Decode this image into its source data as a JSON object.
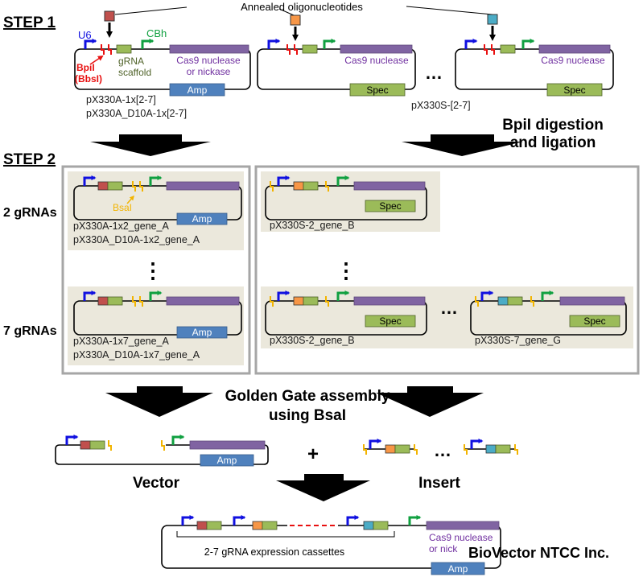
{
  "step1": {
    "title": "STEP 1",
    "annealed_label": "Annealed oligonucleotides",
    "u6_label": "U6",
    "cbh_label": "CBh",
    "bpii_label": "BpiI",
    "bbsi_label": "(BbsI)",
    "grna_label": "gRNA",
    "scaffold_label": "scaffold",
    "cas9_a_line1": "Cas9 nuclease",
    "cas9_a_line2": "or nickase",
    "cas9_b": "Cas9 nuclease",
    "cas9_c": "Cas9 nuclease",
    "amp": "Amp",
    "spec_b": "Spec",
    "spec_c": "Spec",
    "ellipsis": "…",
    "plasmid_a_line1": "pX330A-1x[2-7]",
    "plasmid_a_line2": "pX330A_D10A-1x[2-7]",
    "plasmid_s": "pX330S-[2-7]"
  },
  "digestion": {
    "line1": "BpiI digestion",
    "line2": "and ligation"
  },
  "step2": {
    "title": "STEP 2",
    "row_2": "2 gRNAs",
    "row_7": "7 gRNAs",
    "bsai_label": "BsaI",
    "amp_top": "Amp",
    "amp_bottom": "Amp",
    "spec_top": "Spec",
    "spec_bottom_b": "Spec",
    "spec_bottom_g": "Spec",
    "vdots": "⋮",
    "ellipsis": "…",
    "top_a_line1": "pX330A-1x2_gene_A",
    "top_a_line2": "pX330A_D10A-1x2_gene_A",
    "top_b": "pX330S-2_gene_B",
    "bottom_a_line1": "pX330A-1x7_gene_A",
    "bottom_a_line2": "pX330A_D10A-1x7_gene_A",
    "bottom_b": "pX330S-2_gene_B",
    "bottom_g": "pX330S-7_gene_G"
  },
  "golden_gate": {
    "line1": "Golden Gate assembly",
    "line2": "using BsaI"
  },
  "step3": {
    "amp": "Amp",
    "plus": "+",
    "ellipsis": "…",
    "vector_label": "Vector",
    "insert_label": "Insert"
  },
  "final": {
    "cas9_line1": "Cas9 nuclease",
    "cas9_line2": "or nick",
    "amp": "Amp",
    "cassettes_label": "2-7 gRNA expression cassettes"
  },
  "watermark": "BioVector NTCC Inc.",
  "colors": {
    "u6": "#1010e0",
    "cbh": "#10a040",
    "cut_site": "#e81010",
    "bsai_site": "#f2b400",
    "grna": "#9bbb59",
    "cas9": "#8064a2",
    "amp": "#4f81bd",
    "spec": "#9bbb59",
    "oligo_a": "#c0504d",
    "oligo_b": "#f79646",
    "oligo_c": "#4bacc6",
    "panel": "#ebe8dc",
    "group_border": "#a6a6a6",
    "cas9_text": "#7030a0",
    "bpii_text": "#e81010",
    "bsai_text": "#f2b400",
    "grna_text": "#4f6228",
    "cbh_text": "#10a040"
  }
}
